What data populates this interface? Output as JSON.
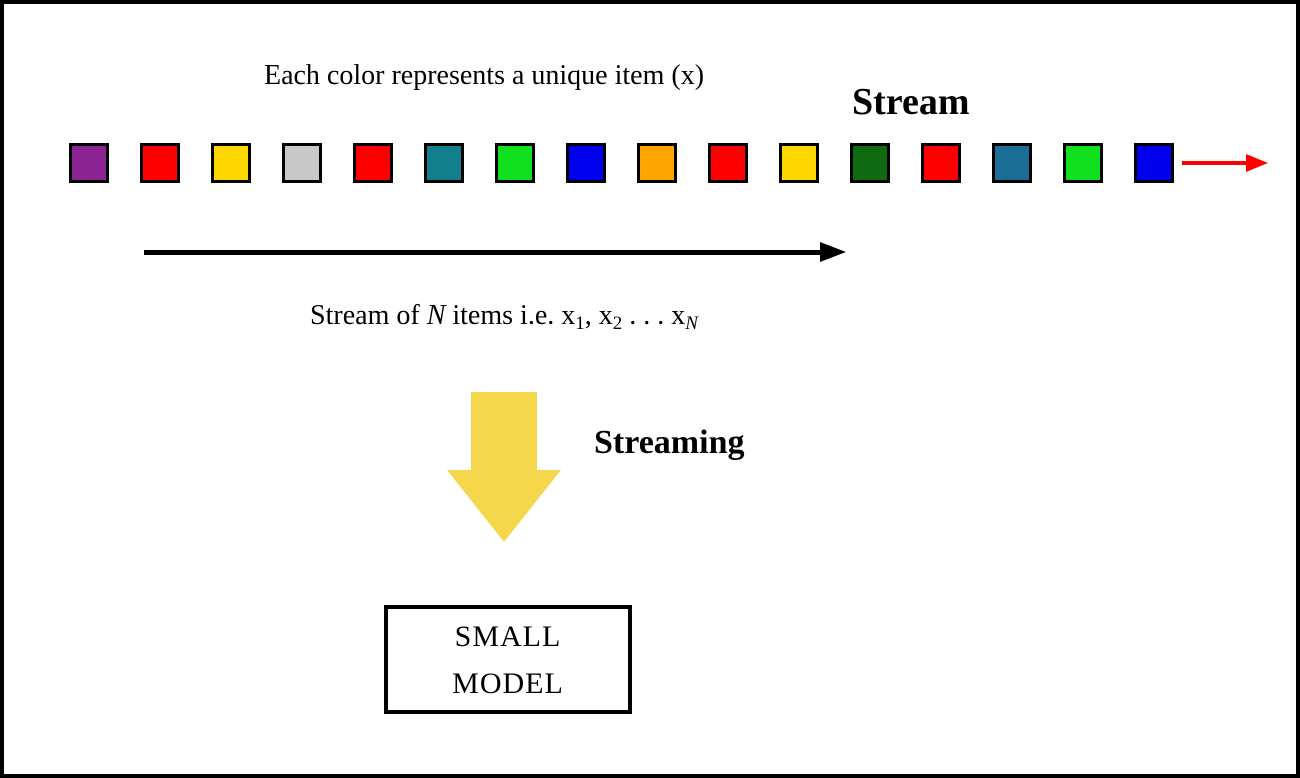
{
  "header": {
    "caption": "Each color represents a unique item (x)",
    "stream_label": "Stream"
  },
  "stream": {
    "colors": [
      "#8B2393",
      "#FF0000",
      "#FFD700",
      "#C8C8C8",
      "#FF0000",
      "#12808C",
      "#10E01E",
      "#0000F0",
      "#FFA500",
      "#FF0000",
      "#FFD700",
      "#0E6B12",
      "#FF0000",
      "#1A6E96",
      "#10E01E",
      "#0000EE"
    ],
    "continue_arrow_color": "#FF0000"
  },
  "timeline": {
    "arrow_color": "#000000"
  },
  "formula": {
    "part1": "Stream of ",
    "n": "N",
    "part2": " items i.e. x",
    "sub1": "1",
    "part3": ", x",
    "sub2": "2",
    "part4": " . . . x",
    "subn": "N"
  },
  "streaming": {
    "label": "Streaming",
    "arrow_color": "#F6D74B"
  },
  "model": {
    "line1": "SMALL",
    "line2": "MODEL"
  }
}
